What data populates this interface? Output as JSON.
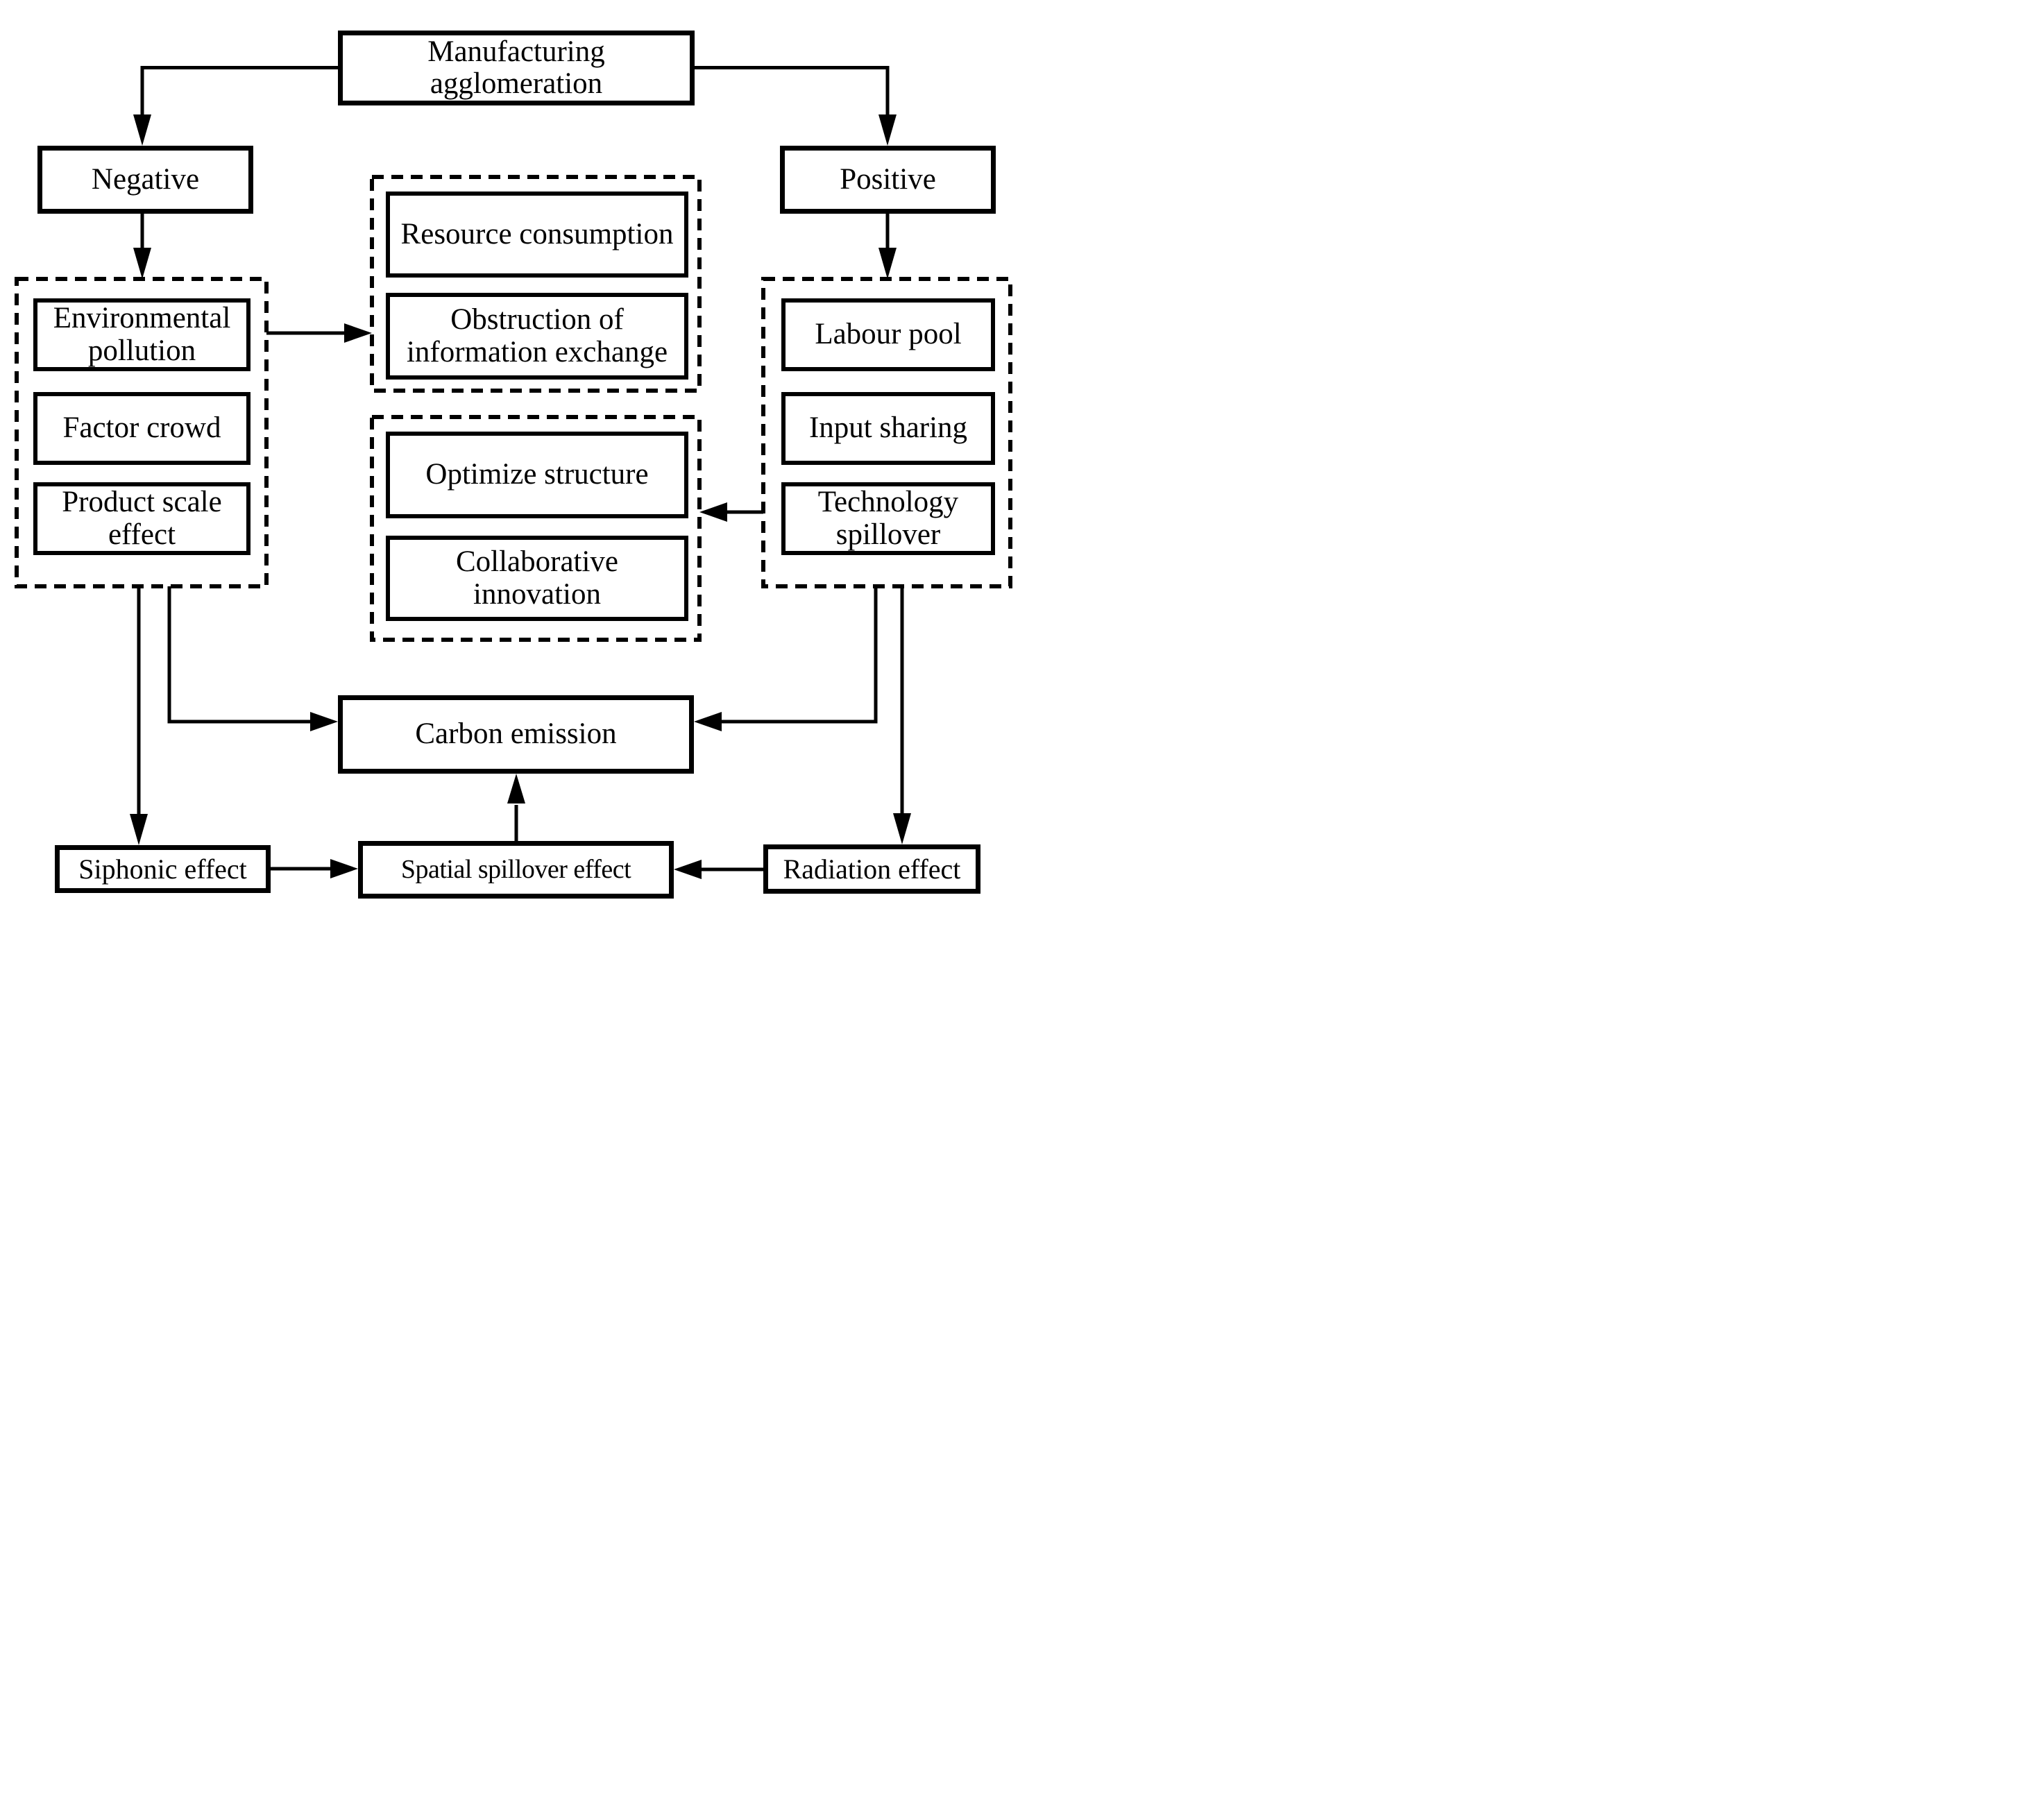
{
  "palette": {
    "ink": "#000000",
    "background": "#ffffff"
  },
  "nodes": {
    "manufacturing": {
      "label": "Manufacturing agglomeration"
    },
    "negative": {
      "label": "Negative"
    },
    "positive": {
      "label": "Positive"
    },
    "environmental_pollution": {
      "label": "Environmental pollution"
    },
    "factor_crowd": {
      "label": "Factor crowd"
    },
    "product_scale_effect": {
      "label": "Product scale effect"
    },
    "resource_consumption": {
      "label": "Resource consumption"
    },
    "obstruction_of_information_exchange": {
      "label": "Obstruction of information exchange"
    },
    "optimize_structure": {
      "label": "Optimize structure"
    },
    "collaborative_innovation": {
      "label": "Collaborative innovation"
    },
    "labour_pool": {
      "label": "Labour pool"
    },
    "input_sharing": {
      "label": "Input sharing"
    },
    "technology_spillover": {
      "label": "Technology spillover"
    },
    "carbon_emission": {
      "label": "Carbon emission"
    },
    "siphonic_effect": {
      "label": "Siphonic effect"
    },
    "spatial_spillover_effect": {
      "label": "Spatial spillover effect"
    },
    "radiation_effect": {
      "label": "Radiation effect"
    }
  },
  "groups": {
    "negative_effects": {
      "style": "dashed",
      "members": [
        "Environmental pollution",
        "Factor crowd",
        "Product scale effect"
      ]
    },
    "consumption_obstruction": {
      "style": "dashed",
      "members": [
        "Resource consumption",
        "Obstruction of information exchange"
      ]
    },
    "optimize_innovation": {
      "style": "dashed",
      "members": [
        "Optimize structure",
        "Collaborative innovation"
      ]
    },
    "positive_effects": {
      "style": "dashed",
      "members": [
        "Labour pool",
        "Input sharing",
        "Technology spillover"
      ]
    }
  },
  "edges": [
    {
      "from": "Manufacturing agglomeration",
      "to": "Negative"
    },
    {
      "from": "Manufacturing agglomeration",
      "to": "Positive"
    },
    {
      "from": "Negative",
      "to": "negative_effects group"
    },
    {
      "from": "Positive",
      "to": "positive_effects group"
    },
    {
      "from": "negative_effects group",
      "to": "consumption_obstruction group"
    },
    {
      "from": "positive_effects group",
      "to": "optimize_innovation group"
    },
    {
      "from": "negative_effects group",
      "to": "Siphonic effect"
    },
    {
      "from": "negative_effects group",
      "to": "Carbon emission"
    },
    {
      "from": "positive_effects group",
      "to": "Carbon emission"
    },
    {
      "from": "positive_effects group",
      "to": "Radiation effect"
    },
    {
      "from": "Siphonic effect",
      "to": "Spatial spillover effect"
    },
    {
      "from": "Radiation effect",
      "to": "Spatial spillover effect"
    },
    {
      "from": "Spatial spillover effect",
      "to": "Carbon emission"
    }
  ]
}
